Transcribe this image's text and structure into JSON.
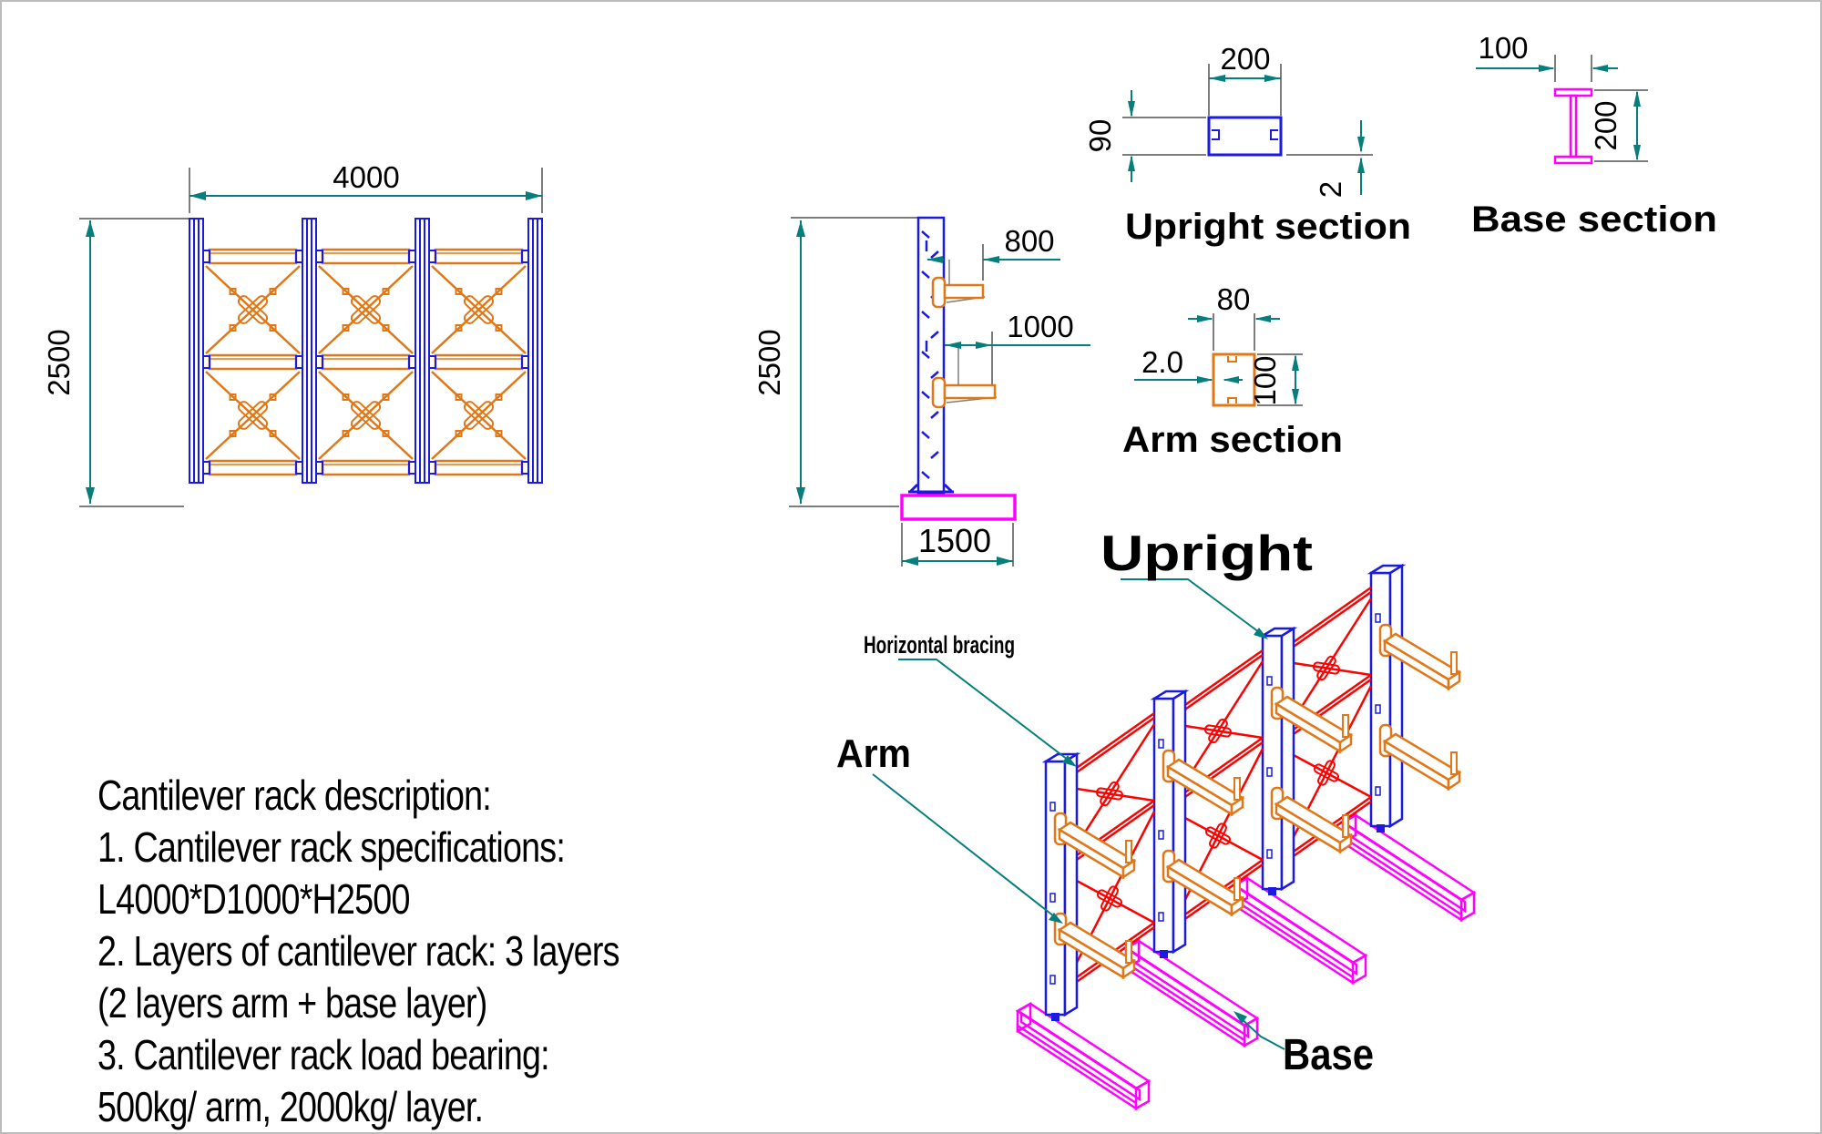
{
  "page": {
    "title": "Cantilever rack technical drawing"
  },
  "colors": {
    "upright_blue": "#1a1ae0",
    "arm_orange": "#e07818",
    "base_magenta": "#ff00ff",
    "bracing_red": "#ff0000",
    "dimension_teal": "#077e7e",
    "extension_gray": "#7d7d7d",
    "text_black": "#000000"
  },
  "front_view": {
    "dim_width": "4000",
    "dim_height": "2500"
  },
  "side_view": {
    "dim_height": "2500",
    "dim_arm_top": "800",
    "dim_arm_bottom": "1000",
    "dim_base_width": "1500"
  },
  "upright_section": {
    "label": "Upright section",
    "dim_width": "200",
    "dim_height": "90",
    "dim_thickness": "2"
  },
  "base_section": {
    "label": "Base section",
    "dim_flange_width": "100",
    "dim_height": "200"
  },
  "arm_section": {
    "label": "Arm section",
    "dim_width": "80",
    "dim_height": "100",
    "dim_thickness": "2.0"
  },
  "iso_view": {
    "label_upright": "Upright",
    "label_horizontal_bracing": "Horizontal bracing",
    "label_arm": "Arm",
    "label_base": "Base"
  },
  "description": {
    "lines": [
      "Cantilever rack description:",
      "1. Cantilever rack specifications:",
      "L4000*D1000*H2500",
      "2. Layers of cantilever rack: 3 layers",
      "(2 layers arm + base layer)",
      "3. Cantilever rack load bearing:",
      "500kg/ arm, 2000kg/ layer."
    ]
  }
}
